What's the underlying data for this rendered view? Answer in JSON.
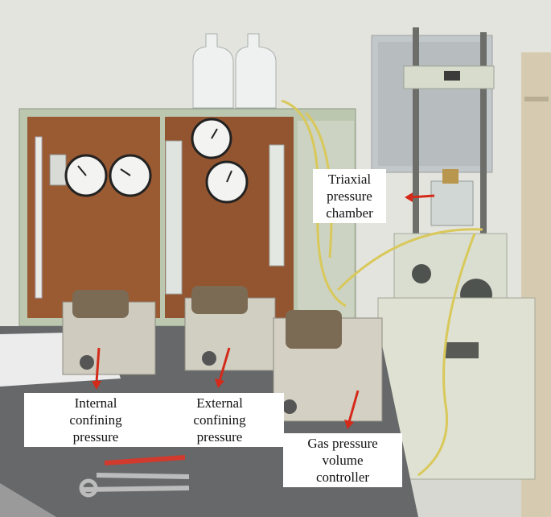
{
  "labels": {
    "triaxial": [
      "Triaxial",
      "pressure",
      "chamber"
    ],
    "internal": [
      "Internal",
      "confining",
      "pressure"
    ],
    "external": [
      "External",
      "confining",
      "pressure"
    ],
    "gas": [
      "Gas pressure",
      "volume",
      "controller"
    ]
  },
  "colors": {
    "arrow": "#d42a1a",
    "label_background": "#ffffff",
    "panel_wood": "#9a5a32",
    "cabinet": "#dfe2d2"
  }
}
